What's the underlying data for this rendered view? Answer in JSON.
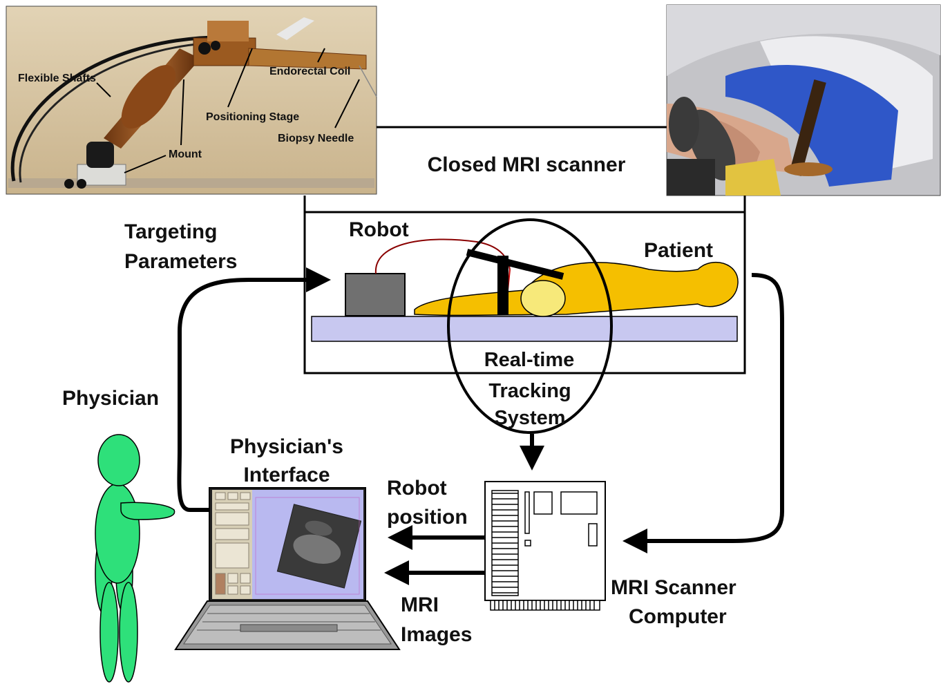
{
  "photo_left": {
    "labels": {
      "flexible_shafts": "Flexible Shafts",
      "endorectal_coil": "Endorectal Coil",
      "positioning_stage": "Positioning Stage",
      "biopsy_needle": "Biopsy Needle",
      "mount": "Mount"
    }
  },
  "scanner": {
    "label": "Closed MRI scanner"
  },
  "labels": {
    "robot": "Robot",
    "patient": "Patient",
    "targeting_line1": "Targeting",
    "targeting_line2": "Parameters",
    "realtime_line1": "Real-time",
    "realtime_line2": "Tracking",
    "realtime_line3": "System",
    "physician": "Physician",
    "interface_line1": "Physician's",
    "interface_line2": "Interface",
    "robot_pos_line1": "Robot",
    "robot_pos_line2": "position",
    "mri_images_line1": "MRI",
    "mri_images_line2": "Images",
    "computer_line1": "MRI Scanner",
    "computer_line2": "Computer"
  },
  "colors": {
    "patient": "#f5bf00",
    "physician": "#2ee07a",
    "table": "#c8c8f0",
    "robot_box": "#707070",
    "screen": "#b9b9f0",
    "photo_bg": "#d6c3a0",
    "arrow": "#000000"
  }
}
